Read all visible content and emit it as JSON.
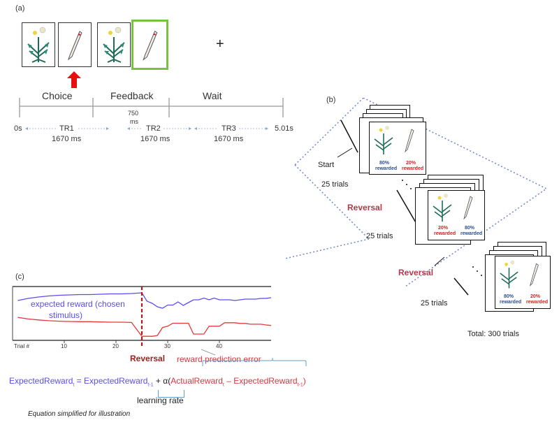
{
  "panel_a": {
    "label": "(a)",
    "fixation": "+",
    "phases": [
      "Choice",
      "Feedback",
      "Wait"
    ],
    "time_start": "0s",
    "time_end": "5.01s",
    "gap_label_1": "750",
    "gap_label_2": "ms",
    "trs": [
      {
        "name": "TR1",
        "duration": "1670 ms"
      },
      {
        "name": "TR2",
        "duration": "1670 ms"
      },
      {
        "name": "TR3",
        "duration": "1670 ms"
      }
    ],
    "colors": {
      "selection_box": "#7ac142",
      "arrow": "#e8100f"
    }
  },
  "panel_b": {
    "label": "(b)",
    "start": "Start",
    "trials_label": "25 trials",
    "reversal": "Reversal",
    "total": "Total: 300 trials",
    "stacks": [
      {
        "left_pct": "80%",
        "left_word": "rewarded",
        "right_pct": "20%",
        "right_word": "rewarded"
      },
      {
        "left_pct": "20%",
        "left_word": "rewarded",
        "right_pct": "80%",
        "right_word": "rewarded"
      },
      {
        "left_pct": "80%",
        "left_word": "rewarded",
        "right_pct": "20%",
        "right_word": "rewarded"
      }
    ]
  },
  "panel_c": {
    "label": "(c)",
    "expected_label_1": "expected reward (chosen",
    "expected_label_2": "stimulus)",
    "axis_label": "Trial #",
    "ticks": [
      "10",
      "20",
      "30",
      "40"
    ],
    "reversal": "Reversal",
    "rpe_label": "reward prediction error",
    "learning_rate": "learning rate",
    "note": "Equation simplified for illustration",
    "equation": {
      "lhs": "ExpectedReward",
      "sub_t": "t",
      "eq_sign": " = ",
      "rhs_expected": "ExpectedReward",
      "sub_t1": "t-1",
      "plus_alpha": " + α(",
      "actual": "ActualReward",
      "minus": " – ",
      "close": ")"
    },
    "colors": {
      "expected": "#5a4df0",
      "rpe": "#e23a3a",
      "reversal": "#a01e1e"
    }
  },
  "chart_data": {
    "type": "line",
    "xlabel": "Trial #",
    "x": [
      1,
      3,
      5,
      7,
      9,
      11,
      13,
      15,
      17,
      19,
      21,
      23,
      25,
      26,
      27,
      28,
      29,
      30,
      31,
      32,
      33,
      34,
      35,
      36,
      37,
      38,
      39,
      40,
      41,
      42,
      43,
      44,
      45,
      46,
      47,
      48,
      49,
      50
    ],
    "series": [
      {
        "name": "expected reward (chosen stimulus)",
        "values": [
          0.7,
          0.76,
          0.8,
          0.83,
          0.85,
          0.86,
          0.87,
          0.87,
          0.88,
          0.89,
          0.89,
          0.9,
          0.92,
          0.68,
          0.62,
          0.52,
          0.48,
          0.57,
          0.57,
          0.66,
          0.56,
          0.64,
          0.72,
          0.72,
          0.77,
          0.72,
          0.77,
          0.72,
          0.72,
          0.72,
          0.7,
          0.72,
          0.74,
          0.74,
          0.74,
          0.76,
          0.76,
          0.78
        ]
      },
      {
        "name": "reward prediction error",
        "values": [
          0.3,
          0.24,
          0.2,
          0.17,
          0.15,
          0.14,
          0.13,
          0.13,
          0.12,
          0.11,
          0.11,
          0.1,
          -0.45,
          -0.45,
          -0.45,
          -0.42,
          -0.1,
          -0.05,
          0.07,
          0.07,
          0.07,
          0.07,
          -0.36,
          -0.36,
          -0.36,
          -0.05,
          -0.05,
          -0.05,
          0.09,
          0.09,
          0.09,
          0.06,
          0.06,
          0.03,
          0.03,
          0.03,
          0.0,
          -0.02
        ]
      }
    ],
    "reversal_x": 25,
    "ticks": [
      10,
      20,
      30,
      40
    ]
  }
}
